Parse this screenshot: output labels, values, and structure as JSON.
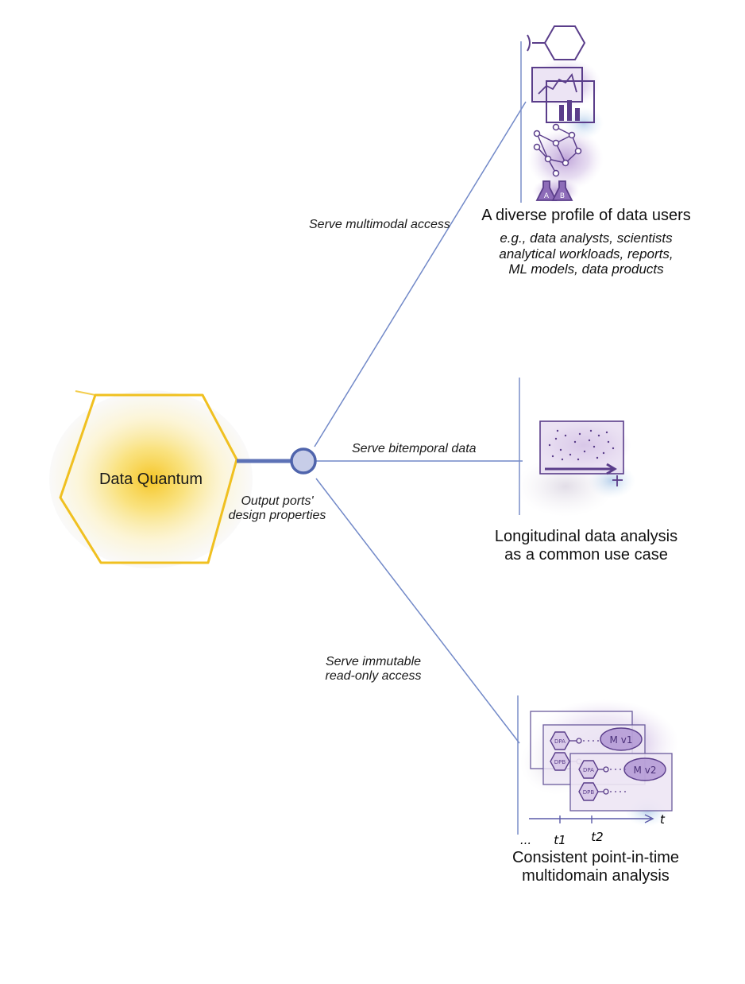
{
  "center": {
    "label": "Data Quantum"
  },
  "port": {
    "label_line1": "Output ports'",
    "label_line2": "design properties"
  },
  "branches": {
    "top": {
      "edge_label": "Serve multimodal access",
      "title": "A diverse profile of data users",
      "desc_line1": "e.g., data analysts, scientists",
      "desc_line2": "analytical workloads, reports,",
      "desc_line3": "ML models, data products"
    },
    "middle": {
      "edge_label": "Serve bitemporal data",
      "title_line1": "Longitudinal data analysis",
      "title_line2": "as a common use case"
    },
    "bottom": {
      "edge_label_line1": "Serve immutable",
      "edge_label_line2": "read-only access",
      "title_line1": "Consistent point-in-time",
      "title_line2": "multidomain analysis"
    }
  },
  "sketch": {
    "model_v1": "M v1",
    "model_v2": "M v2",
    "dpa1": "DPA",
    "dpb1": "DPB",
    "time_axis": "t",
    "tick1": "t1",
    "tick2": "t2",
    "dots": "...",
    "flask_a": "A",
    "flask_b": "B"
  },
  "colors": {
    "hex_stroke": "#f0c020",
    "hex_glow": "#f7d23c",
    "line": "#6f86c6",
    "port_fill": "#c9d0ea",
    "sketch_purple": "#5a3d8a",
    "wash_purple": "#b89ad4",
    "wash_blue": "#a6c6e6"
  }
}
